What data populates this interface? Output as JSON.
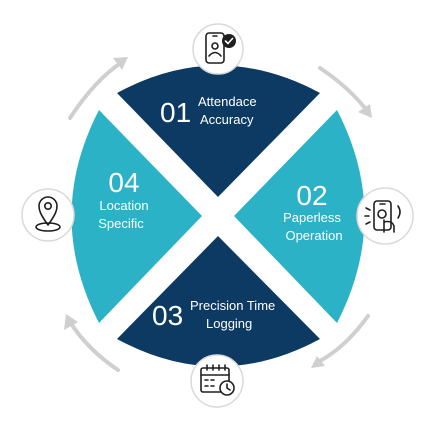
{
  "colors": {
    "navy": "#0d3a63",
    "teal": "#2bb2c7",
    "arrow": "#cfcfcf"
  },
  "segments": [
    {
      "number": "01",
      "line1": "Attendace",
      "line2": "Accuracy",
      "icon": "smartphone-user-check-icon"
    },
    {
      "number": "02",
      "line1": "Paperless",
      "line2": "Operation",
      "icon": "phone-touch-icon"
    },
    {
      "number": "03",
      "line1": "Precision Time",
      "line2": "Logging",
      "icon": "calendar-clock-icon"
    },
    {
      "number": "04",
      "line1": "Location",
      "line2": "Specific",
      "icon": "location-pin-icon"
    }
  ]
}
